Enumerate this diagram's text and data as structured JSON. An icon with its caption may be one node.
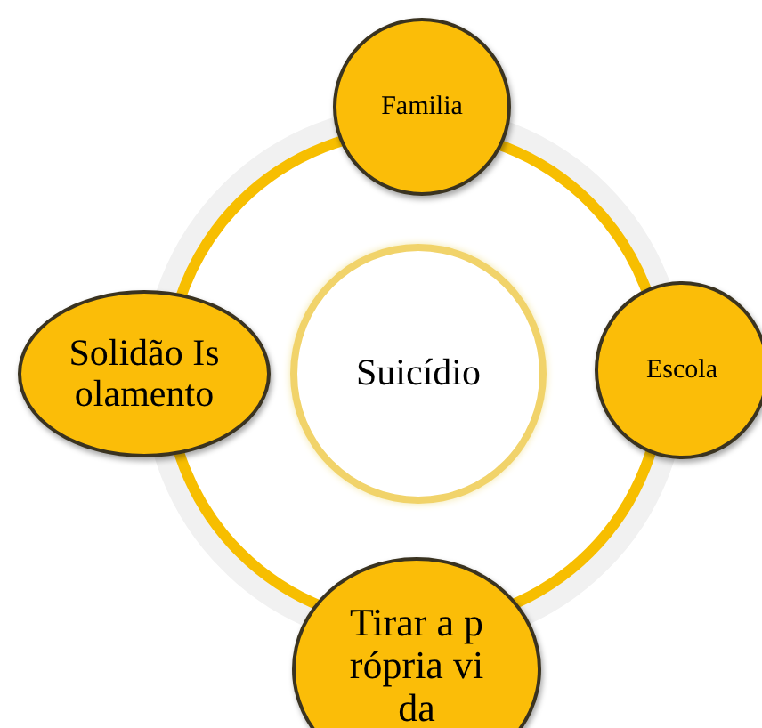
{
  "diagram": {
    "nodes": [
      {
        "text": [
          "Familia"
        ]
      },
      {
        "text": [
          "Solidão Isolamento"
        ]
      },
      {
        "text": [
          "Suicídio"
        ]
      },
      {
        "text": [
          "Escola"
        ]
      },
      {
        "text": [
          "Tirar a própria vida"
        ]
      }
    ]
  }
}
